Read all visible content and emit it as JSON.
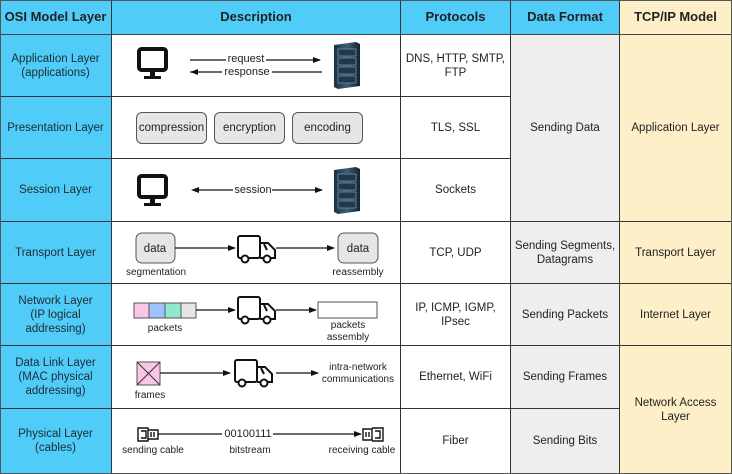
{
  "headers": {
    "osi_layer": "OSI Model Layer",
    "description": "Description",
    "protocols": "Protocols",
    "data_format": "Data Format",
    "tcpip_model": "TCP/IP Model"
  },
  "rows": [
    {
      "layer": "Application Layer\n(applications)",
      "protocols": "DNS, HTTP, SMTP,\nFTP",
      "description": {
        "request_label": "request",
        "response_label": "response",
        "icons": [
          "monitor-icon",
          "server-icon"
        ]
      }
    },
    {
      "layer": "Presentation Layer",
      "protocols": "TLS, SSL",
      "description": {
        "boxes": [
          "compression",
          "encryption",
          "encoding"
        ]
      }
    },
    {
      "layer": "Session Layer",
      "protocols": "Sockets",
      "description": {
        "session_label": "session",
        "icons": [
          "monitor-icon",
          "server-icon"
        ]
      }
    },
    {
      "layer": "Transport Layer",
      "protocols": "TCP, UDP",
      "description": {
        "left_box": "data",
        "left_caption": "segmentation",
        "right_box": "data",
        "right_caption": "reassembly",
        "icons": [
          "truck-icon"
        ]
      }
    },
    {
      "layer": "Network Layer\n(IP logical\naddressing)",
      "protocols": "IP, ICMP, IGMP,\nIPsec",
      "description": {
        "left_caption": "packets",
        "right_caption": "packets\nassembly",
        "packet_colors": [
          "#f9c6e6",
          "#9ec3fb",
          "#8fe9d0",
          "#e6e6e6"
        ],
        "icons": [
          "truck-icon"
        ]
      }
    },
    {
      "layer": "Data Link Layer\n(MAC physical\naddressing)",
      "protocols": "Ethernet, WiFi",
      "description": {
        "left_caption": "frames",
        "right_caption": "intra-network\ncommunications",
        "frame_color": "#f9c6e6",
        "icons": [
          "frame-icon",
          "truck-icon"
        ]
      }
    },
    {
      "layer": "Physical Layer\n(cables)",
      "protocols": "Fiber",
      "description": {
        "bits": "00100111",
        "left_caption": "sending cable",
        "middle_caption": "bitstream",
        "right_caption": "receiving cable",
        "icons": [
          "ethernet-plug-icon",
          "ethernet-port-icon"
        ]
      }
    }
  ],
  "data_format": [
    {
      "label": "Sending Data",
      "spans": [
        "Application Layer",
        "Presentation Layer",
        "Session Layer"
      ]
    },
    {
      "label": "Sending Segments,\nDatagrams",
      "spans": [
        "Transport Layer"
      ]
    },
    {
      "label": "Sending Packets",
      "spans": [
        "Network Layer"
      ]
    },
    {
      "label": "Sending Frames",
      "spans": [
        "Data Link Layer"
      ]
    },
    {
      "label": "Sending Bits",
      "spans": [
        "Physical Layer"
      ]
    }
  ],
  "tcpip_model": [
    {
      "label": "Application Layer",
      "spans": [
        "Application Layer",
        "Presentation Layer",
        "Session Layer"
      ]
    },
    {
      "label": "Transport Layer",
      "spans": [
        "Transport Layer"
      ]
    },
    {
      "label": "Internet Layer",
      "spans": [
        "Network Layer"
      ]
    },
    {
      "label": "Network Access\nLayer",
      "spans": [
        "Data Link Layer",
        "Physical Layer"
      ]
    }
  ],
  "colors": {
    "osi_header": "#4fcdf8",
    "tcpip_header": "#fdf0c9",
    "data_format_bg": "#eeeeee",
    "box_fill": "#e6e6e6"
  }
}
